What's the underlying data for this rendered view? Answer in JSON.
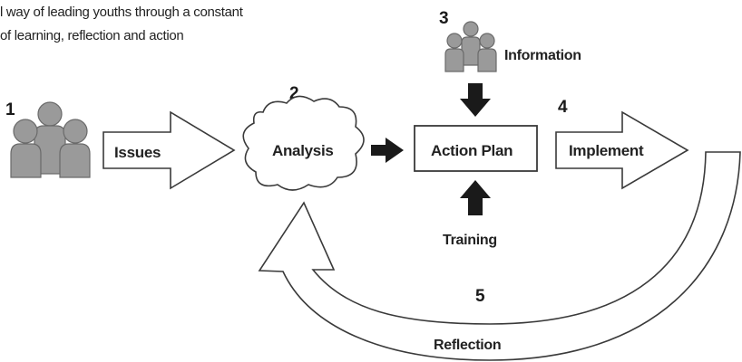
{
  "intro": {
    "line1": "l way of leading youths through a constant",
    "line2": "of learning, reflection and action"
  },
  "steps": [
    {
      "number": "1",
      "label": "Issues"
    },
    {
      "number": "2",
      "label": "Analysis"
    },
    {
      "number": "3",
      "label": "Information"
    },
    {
      "number": "4",
      "label": "Implement"
    },
    {
      "number": "5",
      "label": "Reflection"
    }
  ],
  "action_plan": "Action Plan",
  "training": "Training",
  "colors": {
    "figure_fill": "#9a9a9a",
    "outline": "#3a3a3a",
    "solid_arrow": "#1a1a1a"
  },
  "icons": [
    "people-group-icon",
    "cloud-shape",
    "hollow-arrow",
    "solid-arrow",
    "curved-return-arrow"
  ]
}
